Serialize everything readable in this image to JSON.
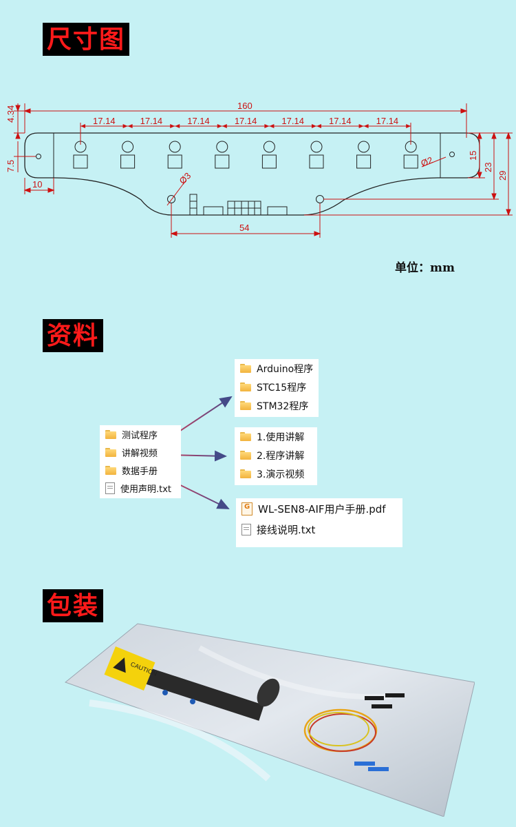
{
  "sections": {
    "dimensions_title": "尺寸图",
    "resources_title": "资料",
    "packaging_title": "包装"
  },
  "drawing": {
    "unit_label": "单位：mm",
    "dims": {
      "total_length": "160",
      "spacing": "17.14",
      "left_edge": "10",
      "bottom_width": "54",
      "height_small": "15",
      "height_mid": "23",
      "height_total": "29",
      "top_offset": "4.34",
      "hole_offset": "7.5",
      "hole_d3": "Ø3",
      "hole_d2": "Ø2"
    },
    "led_count": 8
  },
  "resources": {
    "root": [
      {
        "icon": "folder",
        "label": "测试程序"
      },
      {
        "icon": "folder",
        "label": "讲解视频"
      },
      {
        "icon": "folder",
        "label": "数据手册"
      },
      {
        "icon": "file",
        "label": "使用声明.txt"
      }
    ],
    "programs": [
      {
        "icon": "folder",
        "label": "Arduino程序"
      },
      {
        "icon": "folder",
        "label": "STC15程序"
      },
      {
        "icon": "folder",
        "label": "STM32程序"
      }
    ],
    "videos": [
      {
        "icon": "folder",
        "label": "1.使用讲解"
      },
      {
        "icon": "folder",
        "label": "2.程序讲解"
      },
      {
        "icon": "folder",
        "label": "3.演示视频"
      }
    ],
    "manuals": [
      {
        "icon": "pdf",
        "label": "WL-SEN8-AIF用户手册.pdf"
      },
      {
        "icon": "file",
        "label": "接线说明.txt"
      }
    ]
  },
  "packaging": {
    "caution_label": "CAUTION"
  },
  "colors": {
    "background": "#c6f1f4",
    "title_bg": "#000000",
    "title_text": "#ff1a1a",
    "dimension_red": "#cc1111"
  }
}
